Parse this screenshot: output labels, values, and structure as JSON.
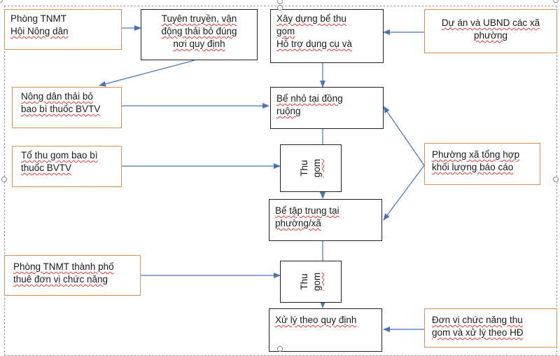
{
  "boxes": {
    "phong_tnmt_hoi_nd": [
      "Phòng TNMT",
      "Hội Nông dân"
    ],
    "tuyen_truyen": [
      "Tuyên truyền, vận",
      "động thải bỏ đúng",
      "nơi quy định"
    ],
    "xay_dung": [
      "Xây dựng bể thu",
      "gom",
      "Hỗ trợ dụng cụ và"
    ],
    "du_an_ubnd": [
      "Dự án và UBND các xã",
      "phường"
    ],
    "nong_dan": [
      "Nông dân thải bỏ",
      "bao bì thuốc BVTV"
    ],
    "be_nho": [
      "Bể nhỏ tại đồng",
      "ruộng"
    ],
    "to_thu_gom": [
      "Tổ thu gom bao bì",
      "thuốc BVTV"
    ],
    "thu_gom_1": [
      "Thu",
      "gom"
    ],
    "phuong_xa_tong_hop": [
      "Phường xã tổng hợp",
      "khối lượng báo cáo"
    ],
    "be_tap_trung": [
      "Bể tập trung tại",
      "phường/xã"
    ],
    "phong_tnmt_tp": [
      "Phòng TNMT thành phố",
      "thuê đơn vị chức năng"
    ],
    "thu_gom_2": [
      "Thu",
      "gom"
    ],
    "xu_ly": [
      "Xử lý theo quy định"
    ],
    "don_vi_chuc_nang": [
      "Đơn vị chức năng thu",
      "gom và xử lý theo HĐ"
    ]
  },
  "colors": {
    "arrow": "#4a72b8",
    "box_border_orange": "#d9935a",
    "box_border_black": "#222222"
  }
}
